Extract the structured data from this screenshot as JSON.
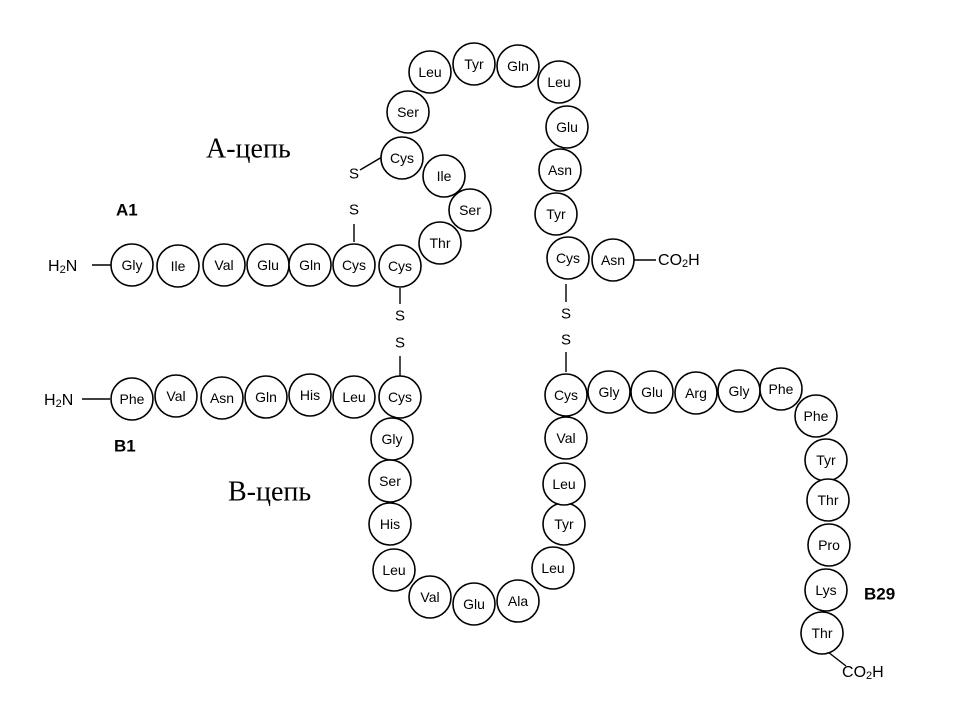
{
  "labels": {
    "chain_a_title": "А-цепь",
    "chain_b_title": "В-цепь",
    "a1": "A1",
    "b1": "B1",
    "b29": "B29"
  },
  "terminals": {
    "a_n": "H2N",
    "a_c": "CO2H",
    "b_n": "H2N",
    "b_c": "CO2H"
  },
  "chain_a": [
    "Gly",
    "Ile",
    "Val",
    "Glu",
    "Gln",
    "Cys",
    "Cys",
    "Thr",
    "Ser",
    "Ile",
    "Cys",
    "Ser",
    "Leu",
    "Tyr",
    "Gln",
    "Leu",
    "Glu",
    "Asn",
    "Tyr",
    "Cys",
    "Asn"
  ],
  "chain_b": [
    "Phe",
    "Val",
    "Asn",
    "Gln",
    "His",
    "Leu",
    "Cys",
    "Gly",
    "Ser",
    "His",
    "Leu",
    "Val",
    "Glu",
    "Ala",
    "Leu",
    "Tyr",
    "Leu",
    "Val",
    "Cys",
    "Gly",
    "Glu",
    "Arg",
    "Gly",
    "Phe",
    "Phe",
    "Tyr",
    "Thr",
    "Pro",
    "Lys",
    "Thr"
  ],
  "disulfide_label": "S"
}
